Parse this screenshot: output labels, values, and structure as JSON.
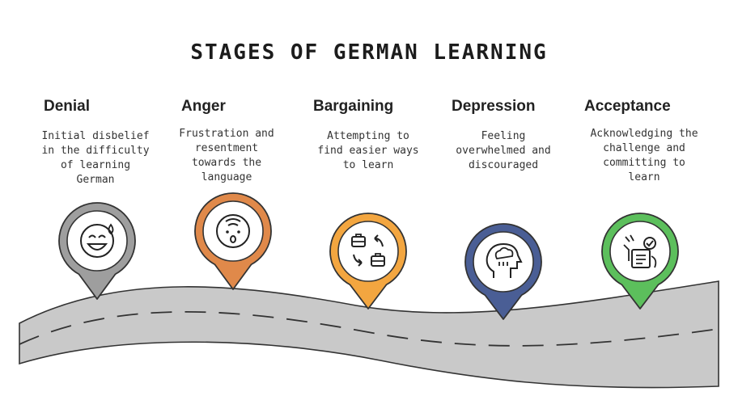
{
  "title": "STAGES OF GERMAN LEARNING",
  "stages": [
    {
      "name": "Denial",
      "description": "Initial disbelief in the difficulty of learning German",
      "color": "#9e9e9e",
      "icon": "sweat-smile-icon"
    },
    {
      "name": "Anger",
      "description": "Frustration and resentment towards the language",
      "color": "#e0894a",
      "icon": "frustrated-face-icon"
    },
    {
      "name": "Bargaining",
      "description": "Attempting to find easier ways to learn",
      "color": "#f3a640",
      "icon": "exchange-briefcase-icon"
    },
    {
      "name": "Depression",
      "description": "Feeling overwhelmed and discouraged",
      "color": "#4a5e95",
      "icon": "head-raincloud-icon"
    },
    {
      "name": "Acceptance",
      "description": "Acknowledging the challenge and committing to learn",
      "color": "#5cbf5c",
      "icon": "checklist-hand-icon"
    }
  ]
}
